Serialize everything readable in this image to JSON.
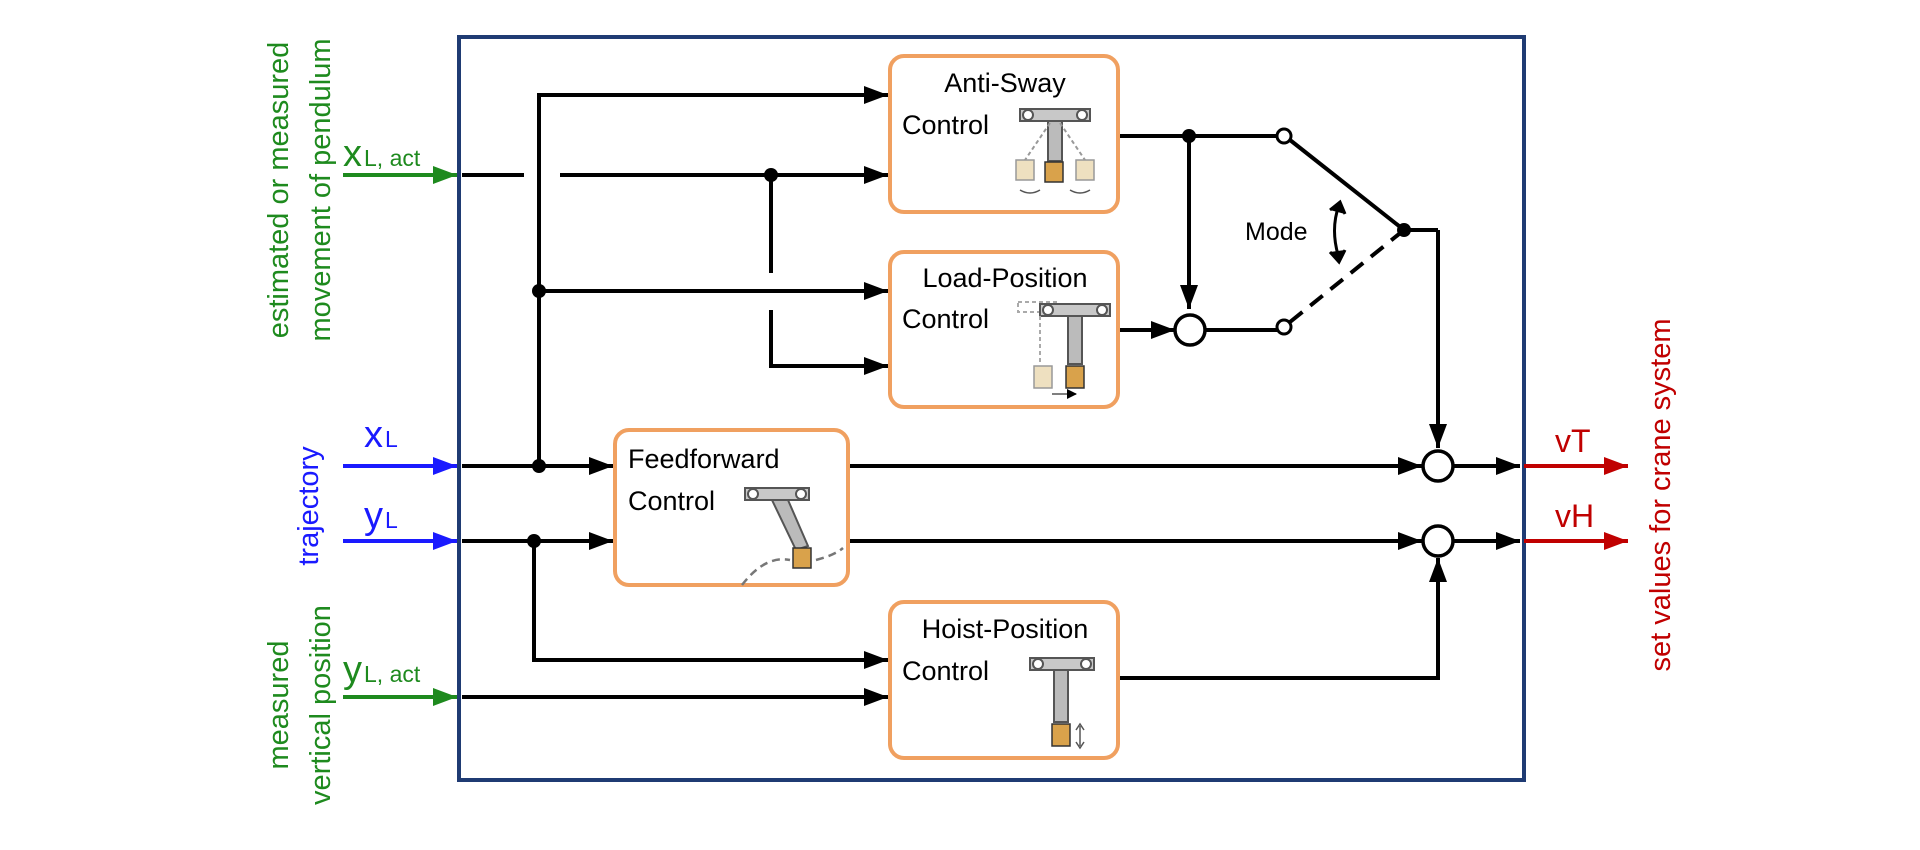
{
  "colors": {
    "frame": "#1f3b73",
    "block_border": "#f0a060",
    "line": "#000000",
    "input_green": "#1e8a1e",
    "input_blue": "#1a1aff",
    "output_red": "#c00000"
  },
  "inputs": {
    "pendulum_label_line1": "estimated or measured",
    "pendulum_label_line2": "movement of pendulum",
    "pendulum_signal_main": "x",
    "pendulum_signal_sub": "L, act",
    "trajectory_label": "trajectory",
    "xl_main": "x",
    "xl_sub": "L",
    "yl_main": "y",
    "yl_sub": "L",
    "vertical_label_line1": "measured",
    "vertical_label_line2": "vertical position",
    "vertical_signal_main": "y",
    "vertical_signal_sub": "L, act"
  },
  "blocks": {
    "anti_sway_line1": "Anti-Sway",
    "anti_sway_line2": "Control",
    "load_position_line1": "Load-Position",
    "load_position_line2": "Control",
    "feedforward_line1": "Feedforward",
    "feedforward_line2": "Control",
    "hoist_position_line1": "Hoist-Position",
    "hoist_position_line2": "Control"
  },
  "switch": {
    "mode_label": "Mode"
  },
  "outputs": {
    "vt_label": "vT",
    "vh_label": "vH",
    "side_label": "set values for crane system"
  }
}
